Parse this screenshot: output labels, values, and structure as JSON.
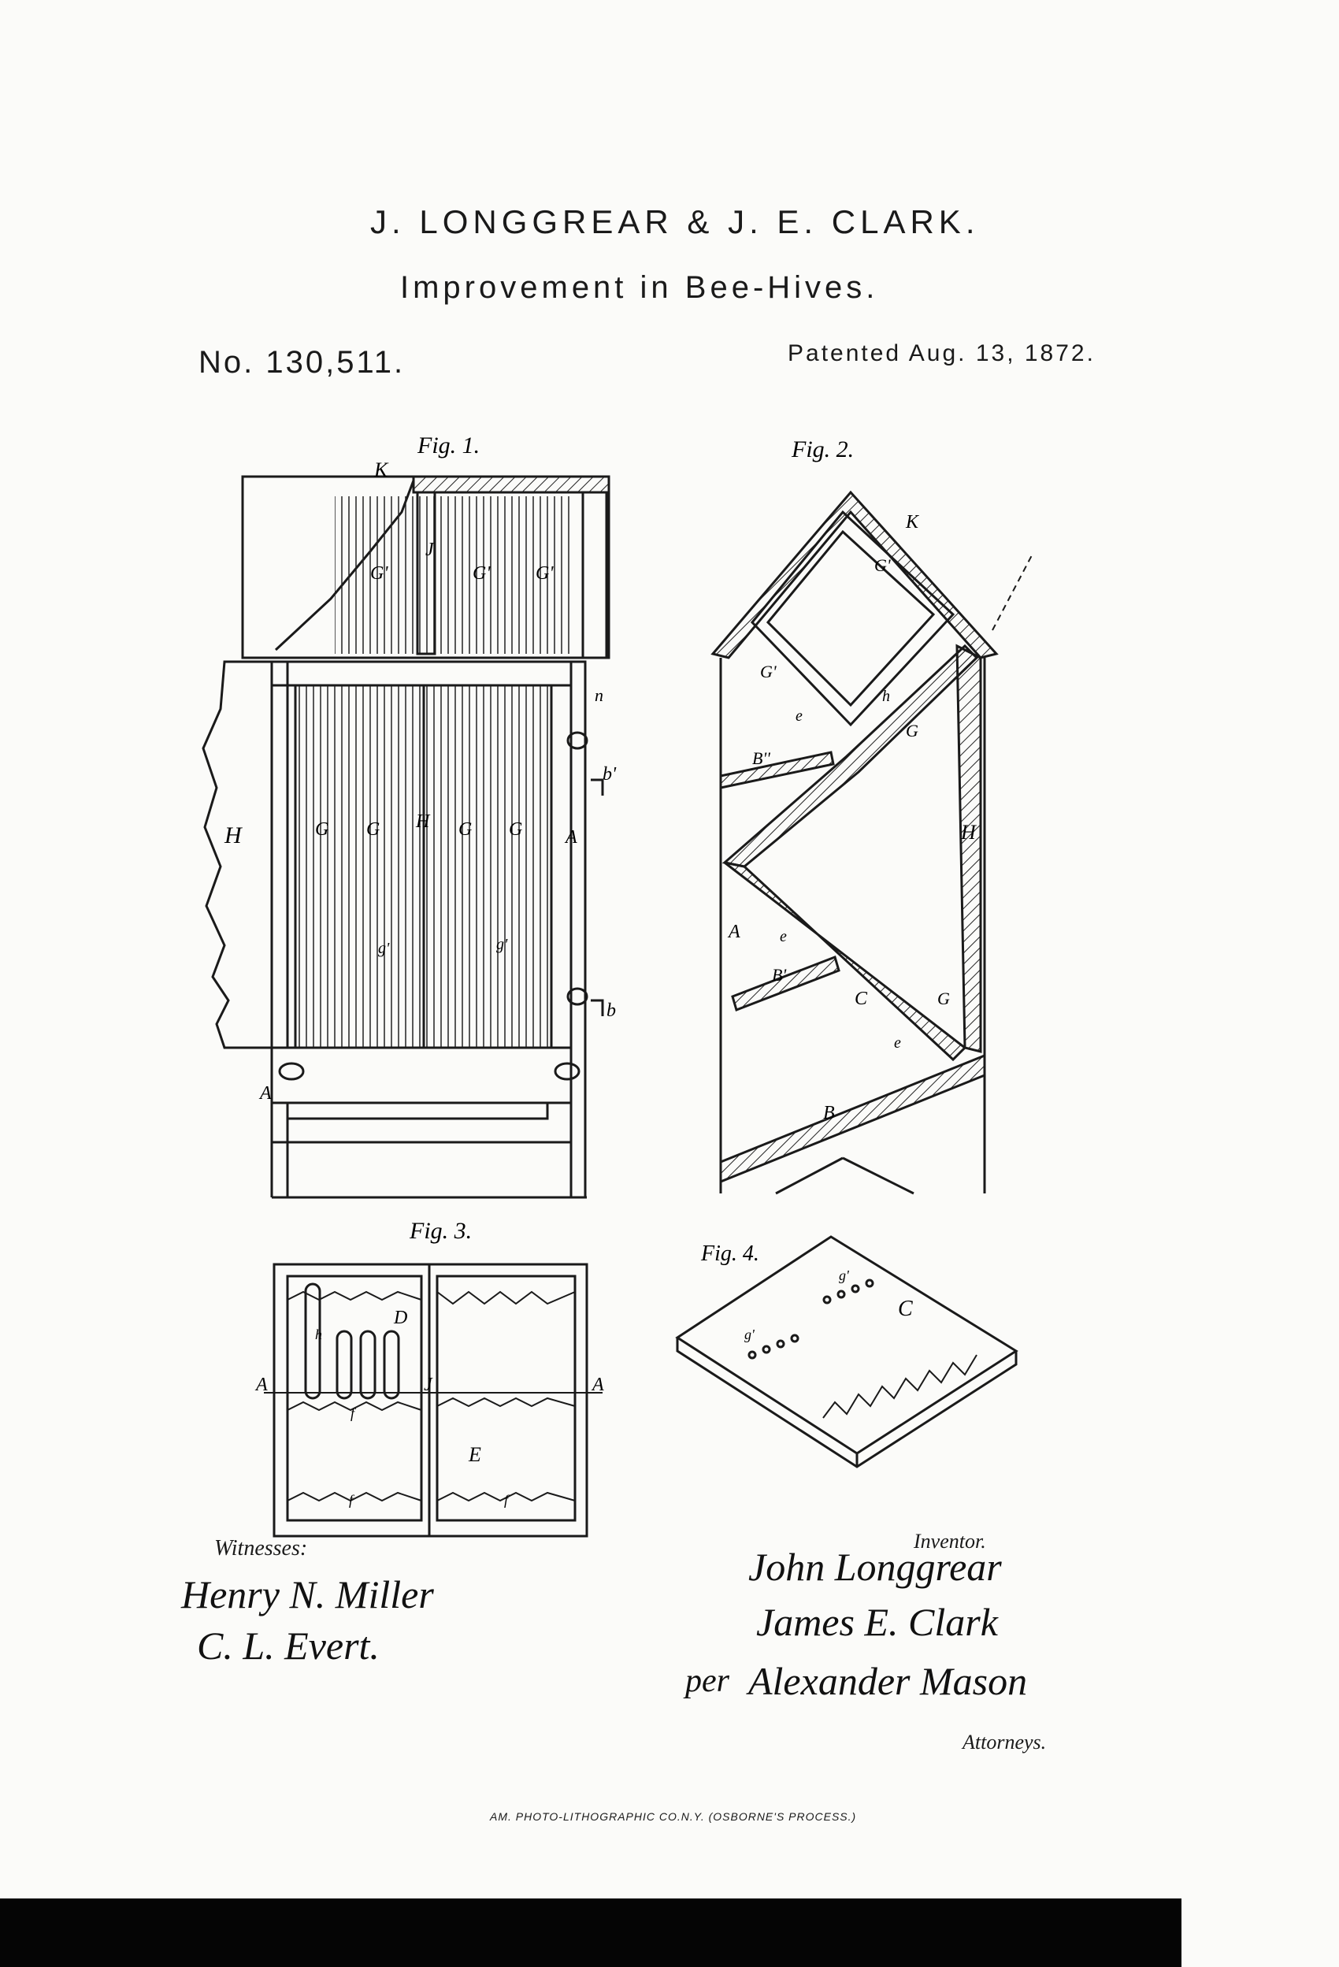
{
  "header": {
    "inventors": "J. LONGGREAR & J. E. CLARK.",
    "title": "Improvement in Bee-Hives.",
    "patent_number": "No. 130,511.",
    "patent_date": "Patented Aug. 13, 1872."
  },
  "figures": {
    "fig1_caption": "Fig. 1.",
    "fig2_caption": "Fig. 2.",
    "fig3_caption": "Fig. 3.",
    "fig4_caption": "Fig. 4."
  },
  "labels": {
    "K": "K",
    "G1": "G'",
    "J": "J",
    "H": "H",
    "G": "G",
    "A": "A",
    "b1": "b'",
    "b": "b",
    "n": "n",
    "g1": "g'",
    "D": "D",
    "E": "E",
    "C": "C",
    "B": "B",
    "B1": "B'",
    "B2": "B''",
    "e": "e",
    "h": "h",
    "f": "f"
  },
  "signatures": {
    "witnesses_label": "Witnesses:",
    "witness_1": "Henry N. Miller",
    "witness_2": "C. L. Evert.",
    "inventor_label": "Inventor.",
    "inventor_1": "John Longgrear",
    "inventor_2": "James E. Clark",
    "per": "per",
    "attorney": "Alexander Mason",
    "attorneys_label": "Attorneys."
  },
  "footer": {
    "printer": "AM. PHOTO-LITHOGRAPHIC CO.N.Y. (OSBORNE'S PROCESS.)"
  }
}
